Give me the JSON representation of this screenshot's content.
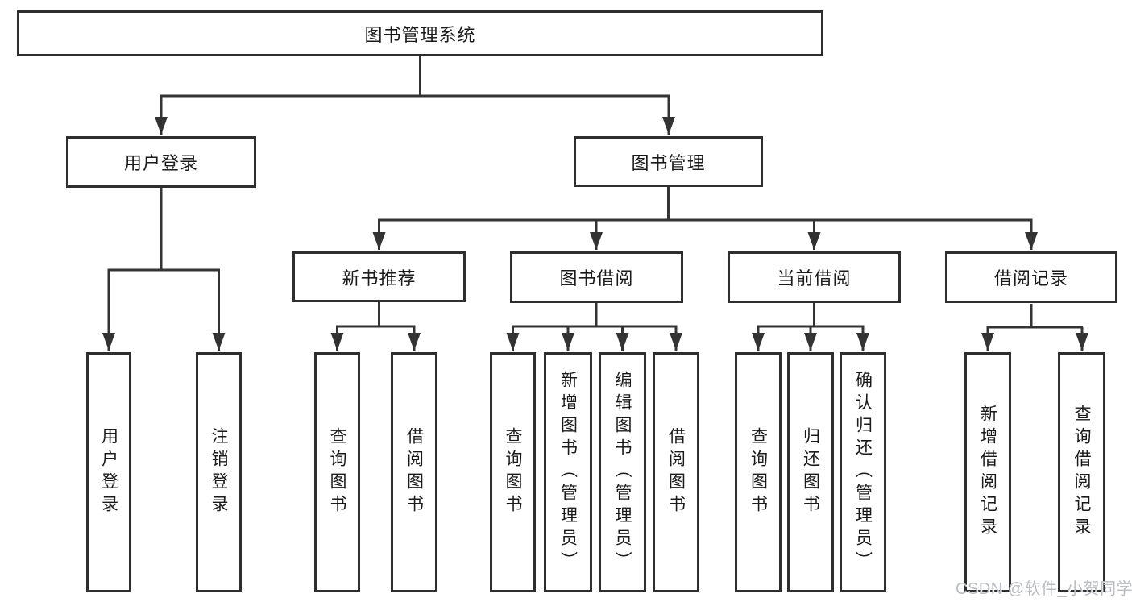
{
  "diagram": {
    "root": {
      "label": "图书管理系统"
    },
    "level2": [
      {
        "label": "用户登录"
      },
      {
        "label": "图书管理"
      }
    ],
    "level3": [
      {
        "label": "新书推荐"
      },
      {
        "label": "图书借阅"
      },
      {
        "label": "当前借阅"
      },
      {
        "label": "借阅记录"
      }
    ],
    "leaves": {
      "user_login": [
        "用户登录",
        "注销登录"
      ],
      "new_book_recommend": [
        "查询图书",
        "借阅图书"
      ],
      "book_borrow": [
        "查询图书",
        "新增图书（管理员）",
        "编辑图书（管理员）",
        "借阅图书"
      ],
      "current_borrow": [
        "查询图书",
        "归还图书",
        "确认归还（管理员）"
      ],
      "borrow_record": [
        "新增借阅记录",
        "查询借阅记录"
      ]
    }
  },
  "watermark": {
    "text": "CSDN @软件_小贺同学"
  },
  "colors": {
    "line": "#333333",
    "border": "#2e2e2e",
    "text": "#1a1a1a",
    "background": "#ffffff",
    "watermark": "#b9bdc4"
  }
}
